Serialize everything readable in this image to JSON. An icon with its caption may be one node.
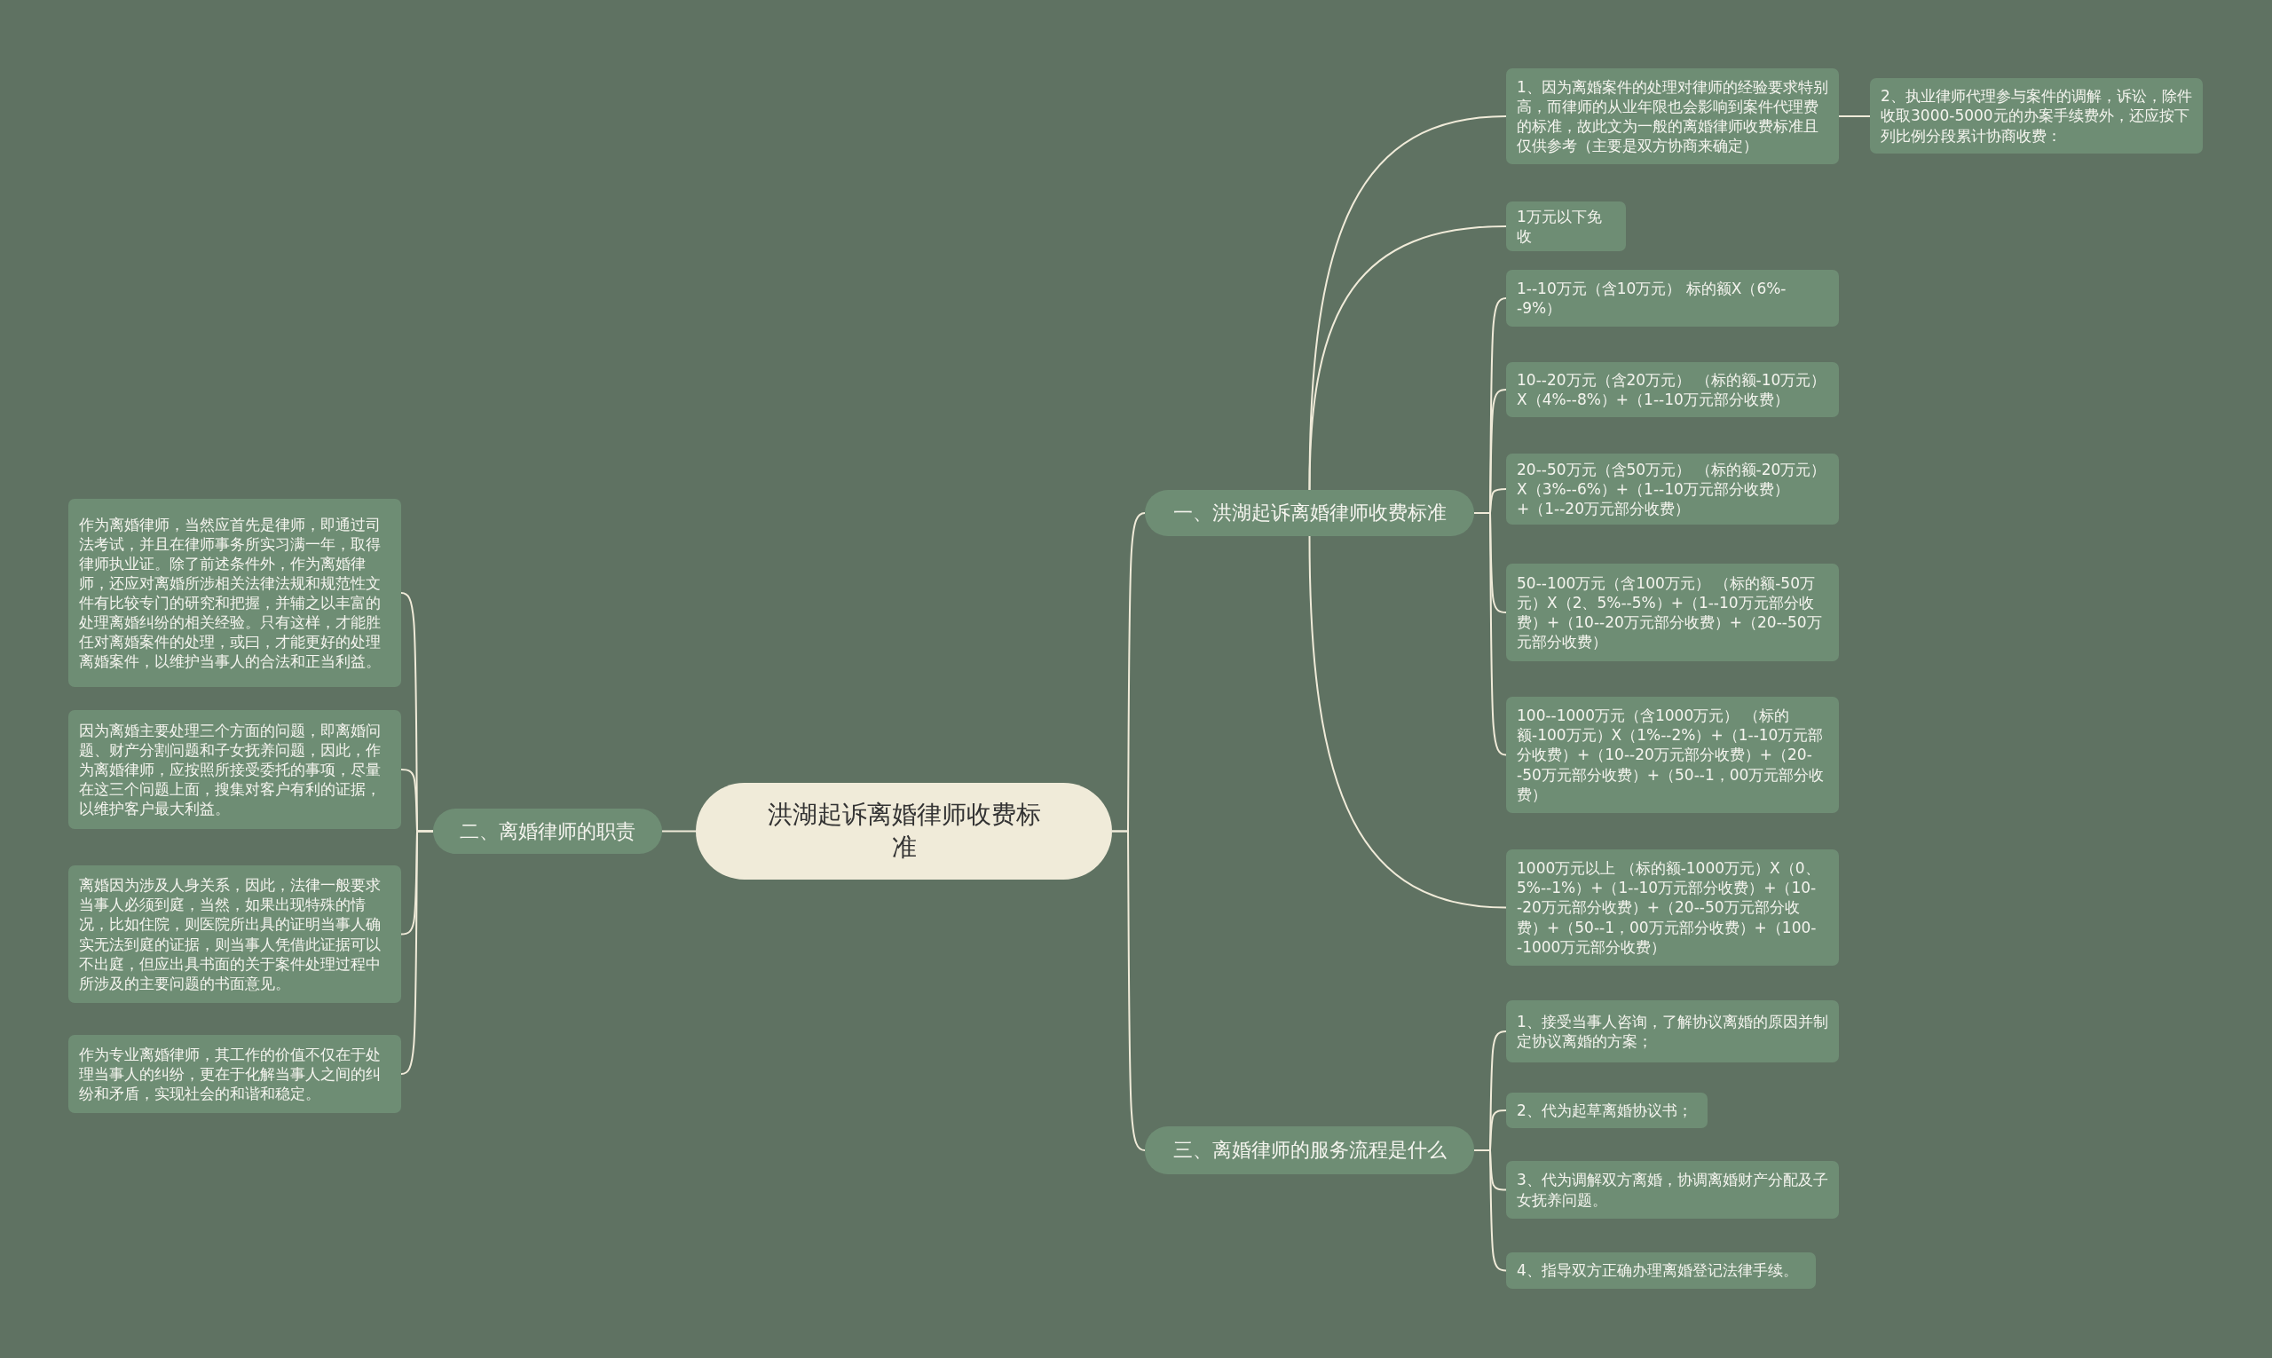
{
  "diagram": {
    "nodes": [
      {
        "text": [
          "洪湖起诉离婚律师收费标准"
        ]
      },
      {
        "text": [
          "一、洪湖起诉离婚律师收费标准"
        ]
      },
      {
        "text": [
          "1、因为离婚案件的处理对律师的经验要求特别高，而律师的从业年限也会影响到案件代理费的标准，故此文为一般的离婚律师收费标准且仅供参考（主要是双方协商来确定）"
        ]
      },
      {
        "text": [
          "2、执业律师代理参与案件的调解，诉讼，除件收取3000-5000元的办案手续费外，还应按下列比例分段累计协商收费："
        ]
      },
      {
        "text": [
          "1万元以下免收"
        ]
      },
      {
        "text": [
          "1--10万元（含10万元） 标的额X（6%--9%）"
        ]
      },
      {
        "text": [
          "10--20万元（含20万元） （标的额-10万元）X（4%--8%）+（1--10万元部分收费）"
        ]
      },
      {
        "text": [
          "20--50万元（含50万元） （标的额-20万元）X（3%--6%）+（1--10万元部分收费）+（1--20万元部分收费）"
        ]
      },
      {
        "text": [
          "50--100万元（含100万元） （标的额-50万元）X（2、5%--5%）+（1--10万元部分收费）+（10--20万元部分收费）+（20--50万元部分收费）"
        ]
      },
      {
        "text": [
          "100--1000万元（含1000万元） （标的额-100万元）X（1%--2%）+（1--10万元部分收费）+（10--20万元部分收费）+（20--50万元部分收费）+（50--1，00万元部分收费）"
        ]
      },
      {
        "text": [
          "1000万元以上 （标的额-1000万元）X（0、5%--1%）+（1--10万元部分收费）+（10--20万元部分收费）+（20--50万元部分收费）+（50--1，00万元部分收费）+（100--1000万元部分收费）"
        ]
      },
      {
        "text": [
          "三、离婚律师的服务流程是什么"
        ]
      },
      {
        "text": [
          "1、接受当事人咨询，了解协议离婚的原因并制定协议离婚的方案；"
        ]
      },
      {
        "text": [
          "2、代为起草离婚协议书；"
        ]
      },
      {
        "text": [
          "3、代为调解双方离婚，协调离婚财产分配及子女抚养问题。"
        ]
      },
      {
        "text": [
          "4、指导双方正确办理离婚登记法律手续。"
        ]
      },
      {
        "text": [
          "二、离婚律师的职责"
        ]
      },
      {
        "text": [
          "作为离婚律师，当然应首先是律师，即通过司法考试，并且在律师事务所实习满一年，取得律师执业证。除了前述条件外，作为离婚律师，还应对离婚所涉相关法律法规和规范性文件有比较专门的研究和把握，并辅之以丰富的处理离婚纠纷的相关经验。只有这样，才能胜任对离婚案件的处理，或曰，才能更好的处理离婚案件，以维护当事人的合法和正当利益。"
        ]
      },
      {
        "text": [
          "因为离婚主要处理三个方面的问题，即离婚问题、财产分割问题和子女抚养问题，因此，作为离婚律师，应按照所接受委托的事项，尽量在这三个问题上面，搜集对客户有利的证据，以维护客户最大利益。"
        ]
      },
      {
        "text": [
          "离婚因为涉及人身关系，因此，法律一般要求当事人必须到庭，当然，如果出现特殊的情况，比如住院，则医院所出具的证明当事人确实无法到庭的证据，则当事人凭借此证据可以不出庭，但应出具书面的关于案件处理过程中所涉及的主要问题的书面意见。"
        ]
      },
      {
        "text": [
          "作为专业离婚律师，其工作的价值不仅在于处理当事人的纠纷，更在于化解当事人之间的纠纷和矛盾，实现社会的和谐和稳定。"
        ]
      }
    ],
    "edges": [
      {
        "from": 0,
        "to": 1,
        "arrow": "none"
      },
      {
        "from": 1,
        "to": 2,
        "arrow": "none"
      },
      {
        "from": 2,
        "to": 3,
        "arrow": "none"
      },
      {
        "from": 1,
        "to": 4,
        "arrow": "none"
      },
      {
        "from": 1,
        "to": 5,
        "arrow": "none"
      },
      {
        "from": 1,
        "to": 6,
        "arrow": "none"
      },
      {
        "from": 1,
        "to": 7,
        "arrow": "none"
      },
      {
        "from": 1,
        "to": 8,
        "arrow": "none"
      },
      {
        "from": 1,
        "to": 9,
        "arrow": "none"
      },
      {
        "from": 1,
        "to": 10,
        "arrow": "none"
      },
      {
        "from": 0,
        "to": 11,
        "arrow": "none"
      },
      {
        "from": 11,
        "to": 12,
        "arrow": "none"
      },
      {
        "from": 11,
        "to": 13,
        "arrow": "none"
      },
      {
        "from": 11,
        "to": 14,
        "arrow": "none"
      },
      {
        "from": 11,
        "to": 15,
        "arrow": "none"
      },
      {
        "from": 0,
        "to": 16,
        "arrow": "none"
      },
      {
        "from": 16,
        "to": 17,
        "arrow": "none"
      },
      {
        "from": 16,
        "to": 18,
        "arrow": "none"
      },
      {
        "from": 16,
        "to": 19,
        "arrow": "none"
      },
      {
        "from": 16,
        "to": 20,
        "arrow": "none"
      }
    ]
  }
}
